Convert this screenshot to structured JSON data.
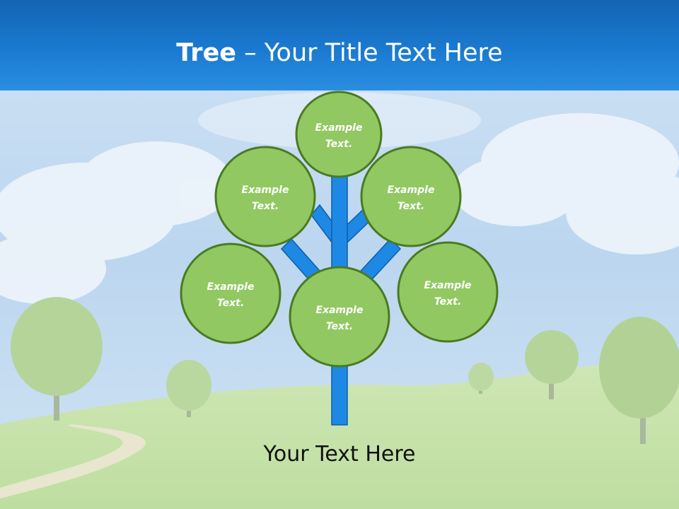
{
  "slide": {
    "title_bold": "Tree",
    "title_rest": " – Your Title Text Here",
    "footer": "Your Text Here"
  },
  "nodes": [
    {
      "line1": "Example",
      "line2": "Text."
    },
    {
      "line1": "Example",
      "line2": "Text."
    },
    {
      "line1": "Example",
      "line2": "Text."
    },
    {
      "line1": "Example",
      "line2": "Text."
    },
    {
      "line1": "Example",
      "line2": "Text."
    },
    {
      "line1": "Example",
      "line2": "Text."
    }
  ],
  "colors": {
    "title_band": "#1a7ad0",
    "trunk": "#1e88e5",
    "trunk_border": "#0d5ea8",
    "node_fill": "#92c862",
    "node_border": "#4a7a22"
  }
}
